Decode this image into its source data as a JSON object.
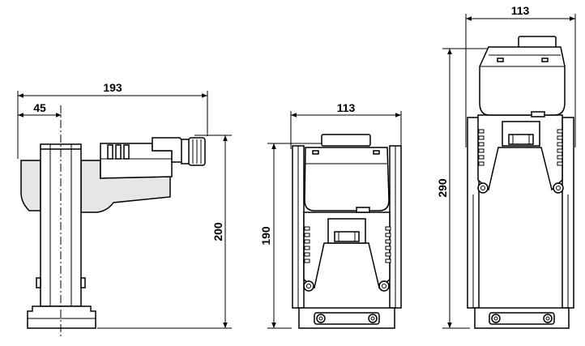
{
  "dimensions": {
    "side_view": {
      "overall_width": "193",
      "offset_width": "45",
      "height": "200"
    },
    "front_view_short": {
      "width": "113",
      "height": "190"
    },
    "front_view_tall": {
      "width": "113",
      "height": "290"
    }
  }
}
